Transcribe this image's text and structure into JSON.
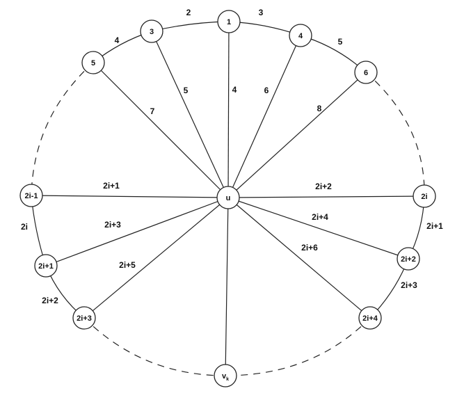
{
  "diagram": {
    "center": {
      "id": "u",
      "label": "u"
    },
    "nodes": [
      {
        "id": "n1",
        "label": "1"
      },
      {
        "id": "n3",
        "label": "3"
      },
      {
        "id": "n4",
        "label": "4"
      },
      {
        "id": "n5",
        "label": "5"
      },
      {
        "id": "n6",
        "label": "6"
      },
      {
        "id": "n2i-1",
        "label": "2i-1"
      },
      {
        "id": "n2i",
        "label": "2i"
      },
      {
        "id": "n2i+1",
        "label": "2i+1"
      },
      {
        "id": "n2i+2",
        "label": "2i+2"
      },
      {
        "id": "n2i+3",
        "label": "2i+3"
      },
      {
        "id": "n2i+4",
        "label": "2i+4"
      },
      {
        "id": "nvk",
        "label": "v",
        "subscript": "k"
      }
    ],
    "spoke_labels": {
      "n1": "4",
      "n3": "5",
      "n4": "6",
      "n5": "7",
      "n6": "8",
      "n2i-1": "2i+1",
      "n2i": "2i+2",
      "n2i+1": "2i+3",
      "n2i+2": "2i+4",
      "n2i+3": "2i+5",
      "n2i+4": "2i+6"
    },
    "rim_labels": {
      "r_3_1": "2",
      "r_1_4": "3",
      "r_5_3": "4",
      "r_4_6": "5",
      "r_2i-1_2i+1": "2i",
      "r_2i_2i+2": "2i+1",
      "r_2i+1_2i+3": "2i+2",
      "r_2i+2_2i+4": "2i+3"
    },
    "colors": {
      "stroke": "#222222",
      "fill": "#ffffff",
      "text": "#111111"
    }
  }
}
